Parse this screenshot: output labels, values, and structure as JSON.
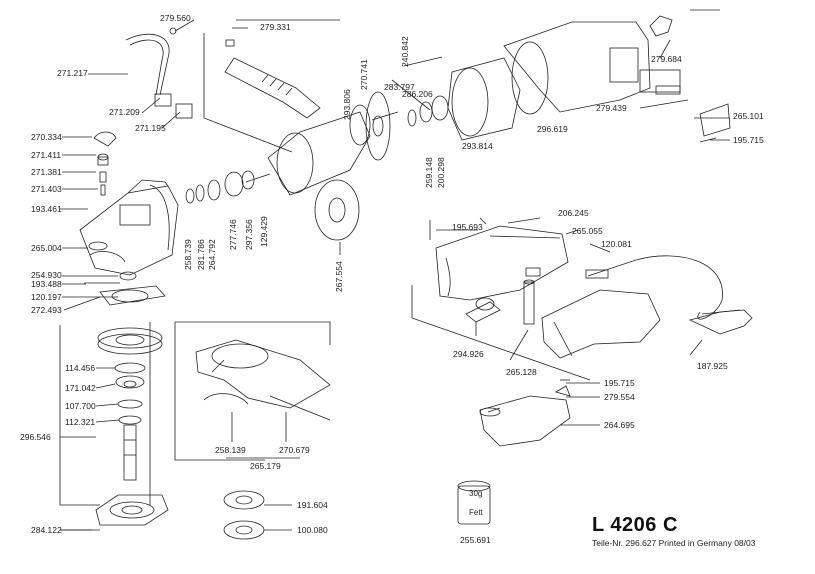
{
  "product": {
    "model": "L 4206 C",
    "subtitle": "Teile-Nr. 296.627 Printed in Germany 08/03"
  },
  "grease_tube": {
    "weight": "30g",
    "label": "Fett",
    "part": "255.691"
  },
  "parts": [
    "279.560",
    "279.331",
    "271.217",
    "271.209",
    "271.195",
    "270.334",
    "271.411",
    "271.381",
    "271.403",
    "193.461",
    "265.004",
    "254.930",
    "193.488",
    "120.197",
    "272.493",
    "114.456",
    "171.042",
    "107.700",
    "112.321",
    "296.546",
    "284.122",
    "258.739",
    "281.786",
    "264.792",
    "277.746",
    "297.356",
    "129.429",
    "293.806",
    "270.741",
    "240.842",
    "283.797",
    "286.206",
    "259.148",
    "200.298",
    "293.814",
    "296.619",
    "279.684",
    "279.439",
    "265.101",
    "195.715",
    "267.554",
    "195.693",
    "206.245",
    "265.055",
    "120.081",
    "294.926",
    "265.128",
    "187.925",
    "195.715",
    "279.554",
    "264.695",
    "258.139",
    "270.679",
    "265.179",
    "191.604",
    "100.080"
  ]
}
